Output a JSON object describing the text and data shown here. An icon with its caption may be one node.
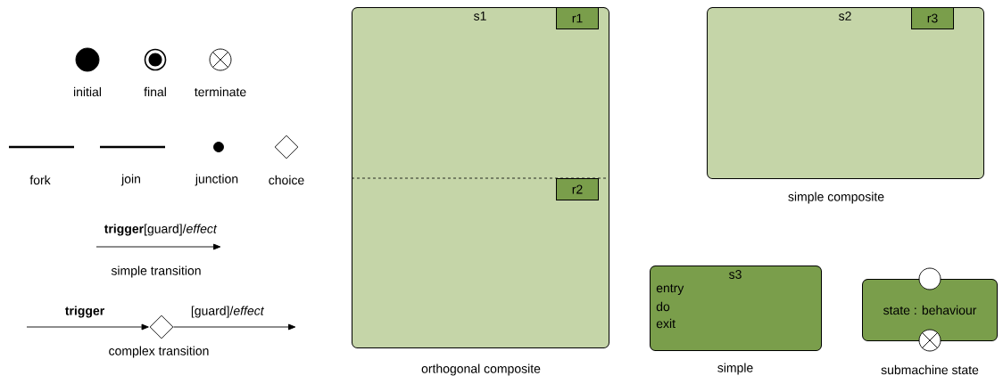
{
  "diagram": {
    "nodes": [
      {
        "text": [],
        "shape": "circle",
        "beside": [
          "initial"
        ]
      },
      {
        "text": [],
        "shape": "circle",
        "beside": [
          "final"
        ]
      },
      {
        "text": [],
        "shape": "circle",
        "beside": [
          "terminate"
        ]
      },
      {
        "text": [],
        "shape": "bar",
        "beside": [
          "fork"
        ]
      },
      {
        "text": [],
        "shape": "bar",
        "beside": [
          "join"
        ]
      },
      {
        "text": [],
        "shape": "circle",
        "beside": [
          "junction"
        ]
      },
      {
        "text": [],
        "shape": "diamond",
        "beside": [
          "choice"
        ]
      },
      {
        "text": [],
        "shape": "diamond"
      },
      {
        "text": [
          "s1"
        ],
        "beside": [
          "orthogonal composite"
        ]
      },
      {
        "text": [
          "r1"
        ],
        "in": 8
      },
      {
        "text": [
          "r2"
        ],
        "in": 8
      },
      {
        "text": [
          "s2"
        ],
        "beside": [
          "simple composite"
        ]
      },
      {
        "text": [
          "r3"
        ],
        "in": 11
      },
      {
        "text": [
          "s3",
          "entry",
          "do",
          "exit"
        ],
        "beside": [
          "simple"
        ]
      },
      {
        "text": [
          "state : behaviour"
        ]
      },
      {
        "text": [],
        "shape": "circle"
      },
      {
        "text": [],
        "shape": "circle"
      }
    ],
    "edges": [
      {
        "from": null,
        "to": 7,
        "arrow": "to",
        "label": "trigger"
      },
      {
        "from": 7,
        "to": null,
        "arrow": "to",
        "label": "[guard]/*effect*"
      }
    ],
    "labels": [
      "**trigger**[guard]/*effect*",
      "simple transition",
      "complex transition",
      "submachine state"
    ]
  }
}
